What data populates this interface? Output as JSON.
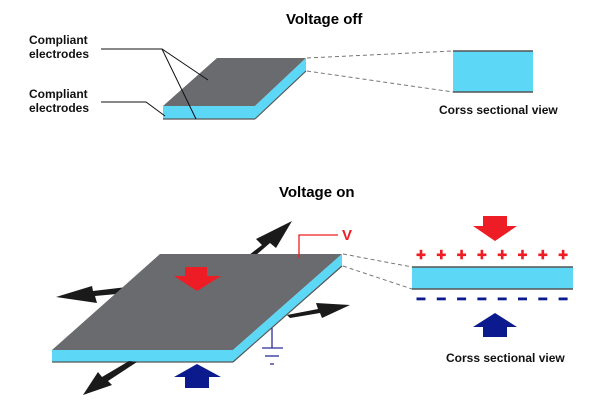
{
  "diagram": {
    "panel_off": {
      "title": "Voltage off",
      "labels": [
        "Compliant",
        "electrodes",
        "Compliant",
        "electrodes"
      ],
      "caption": "Corss sectional view"
    },
    "panel_on": {
      "title": "Voltage on",
      "voltage_label": "V",
      "charge_positive": "+",
      "charge_negative": "−",
      "charge_count": 8,
      "caption": "Corss sectional view"
    },
    "colors": {
      "electrode": "#6a6b6e",
      "elastomer": "#5cd8f6",
      "positive": "#ee1c24",
      "negative": "#0b1a8c",
      "stretch_arrow": "#1a1a1a",
      "ground": "#2b2b9a"
    }
  }
}
